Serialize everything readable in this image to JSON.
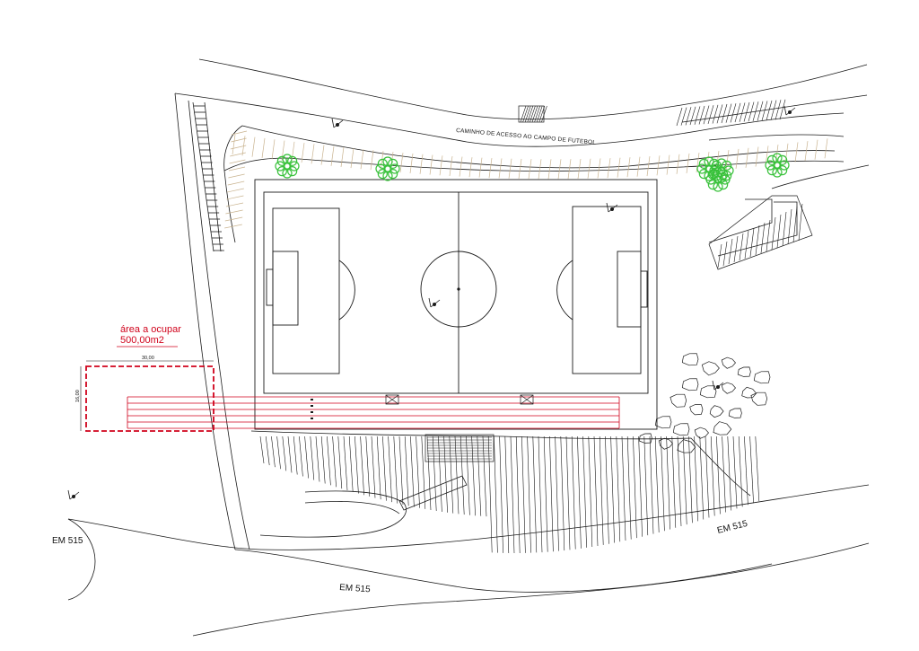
{
  "labels": {
    "access_path": "CAMINHO DE ACESSO AO CAMPO DE FUTEBOL",
    "road_left": "EM 515",
    "road_bottom": "EM 515",
    "road_right": "EM 515",
    "area_title": "área a ocupar",
    "area_value": "500,00m2",
    "dim_width": "30,00",
    "dim_height": "16,00"
  },
  "colors": {
    "line": "#1a1a1a",
    "accent_red": "#d0021b",
    "tree_green": "#38c13a",
    "path_tan": "#c9b38f"
  },
  "icons": [
    "survey-marker-icon",
    "tree-icon",
    "goal-box-icon"
  ]
}
